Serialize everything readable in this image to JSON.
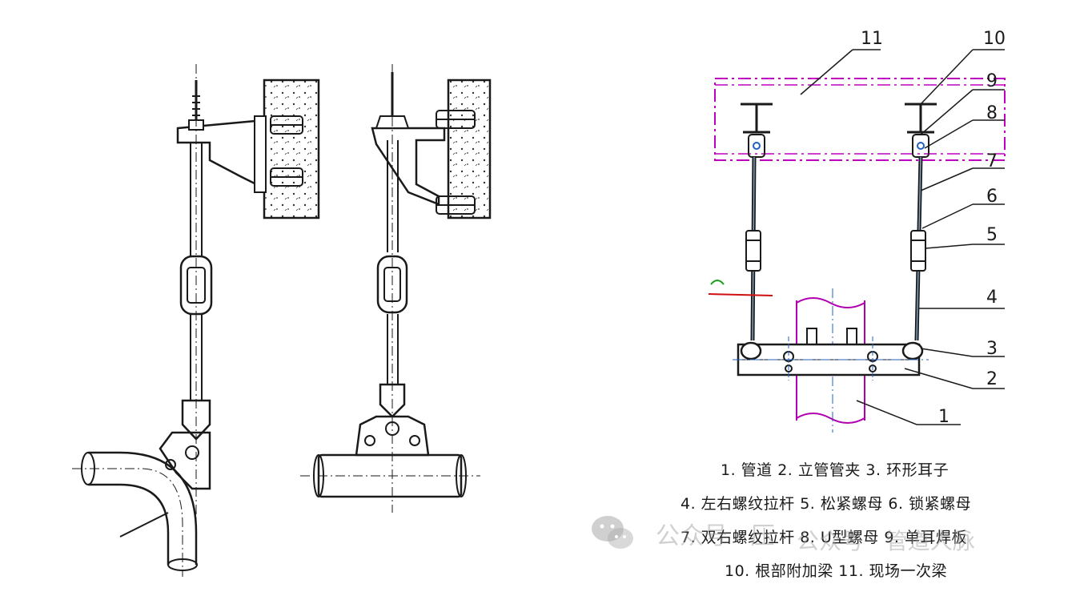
{
  "callouts": [
    "11",
    "10",
    "9",
    "8",
    "7",
    "6",
    "5",
    "4",
    "3",
    "2",
    "1"
  ],
  "legend": {
    "line1": "1. 管道  2. 立管管夹  3. 环形耳子",
    "line2": "4. 左右螺纹拉杆  5. 松紧螺母  6. 锁紧螺母",
    "line3": "7. 双右螺纹拉杆  8. U型螺母  9. 单耳焊板",
    "line4": "10. 根部附加梁  11. 现场一次梁"
  },
  "watermark": {
    "text_left": "公众号 · 压",
    "text_right": "公众号 · 管道人脉",
    "logo_icon": "wechat-icon"
  },
  "colors": {
    "line": "#1a1a1a",
    "beam": "#c000c0",
    "pipe": "#b000b0",
    "axis_blue": "#2060c0",
    "accent_red": "#d01010",
    "accent_green": "#18a018"
  }
}
